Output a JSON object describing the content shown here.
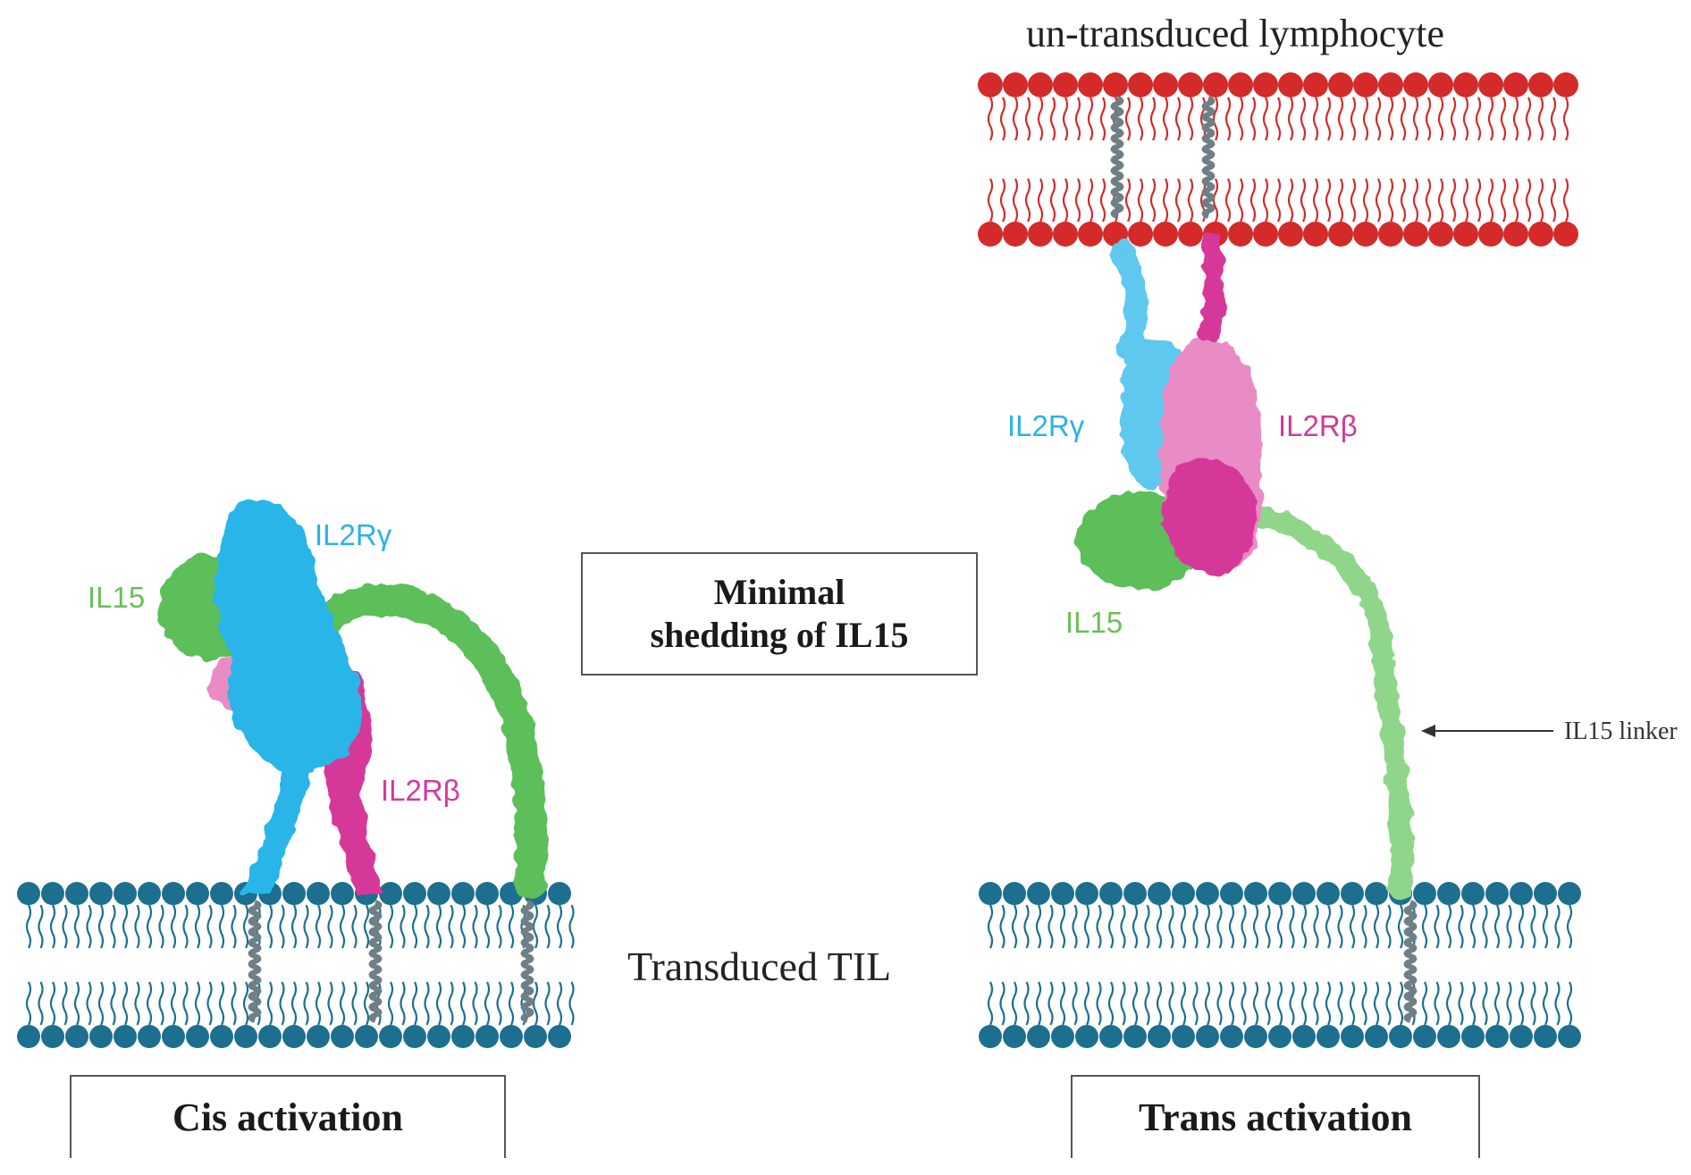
{
  "title": "un-transduced lymphocyte",
  "center_box": {
    "line1": "Minimal",
    "line2": "shedding of IL15"
  },
  "left_panel": {
    "caption": "Cis activation",
    "labels": {
      "il15": "IL15",
      "il2rg": "IL2Rγ",
      "il2rb": "IL2Rβ"
    }
  },
  "right_panel": {
    "caption": "Trans activation",
    "labels": {
      "il15": "IL15",
      "il2rg": "IL2Rγ",
      "il2rb": "IL2Rβ"
    },
    "linker_label": "IL15 linker"
  },
  "membrane_label": "Transduced TIL",
  "colors": {
    "il15_green": "#5cbf5a",
    "il2rg_cyan": "#29b5e8",
    "il2rb_magenta": "#d6399a",
    "il2rb_pink": "#e98cc6",
    "til_membrane": "#1c6f8f",
    "lymphocyte_membrane": "#d42a2a",
    "label_green": "#6abf5a",
    "label_cyan": "#2bb3e6",
    "label_magenta": "#d5389b"
  }
}
